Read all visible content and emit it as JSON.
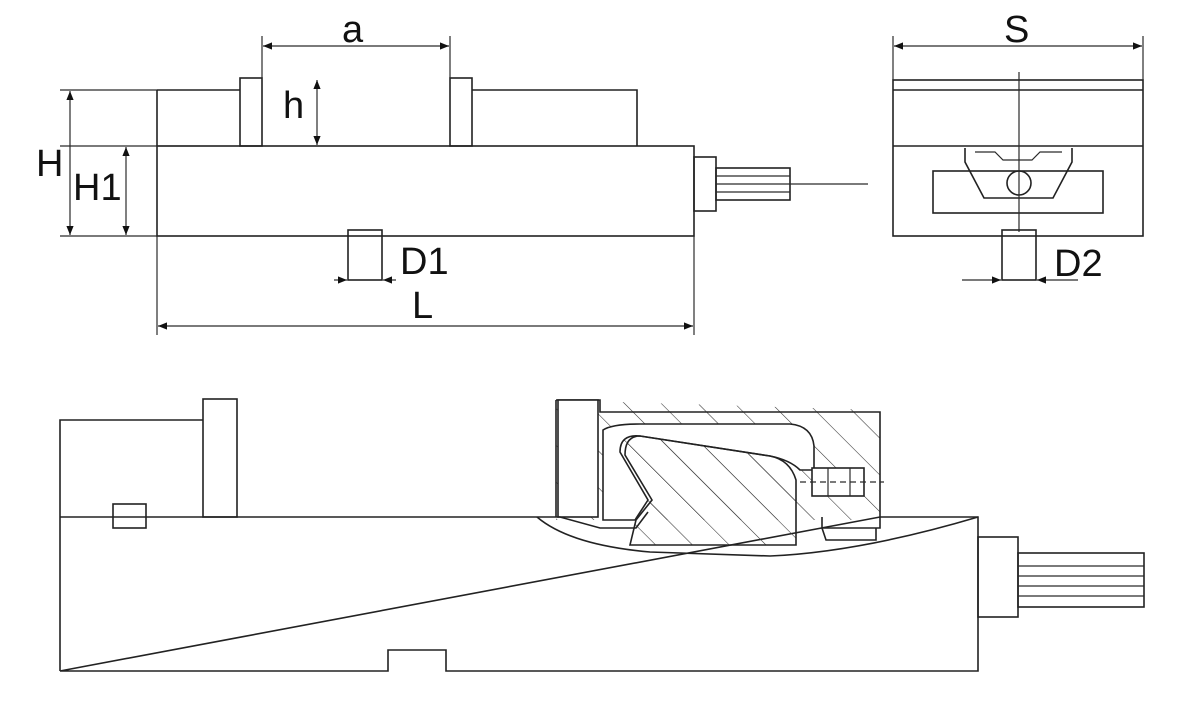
{
  "labels": {
    "a": "a",
    "h": "h",
    "H": "H",
    "H1": "H1",
    "D1": "D1",
    "L": "L",
    "S": "S",
    "D2": "D2"
  }
}
